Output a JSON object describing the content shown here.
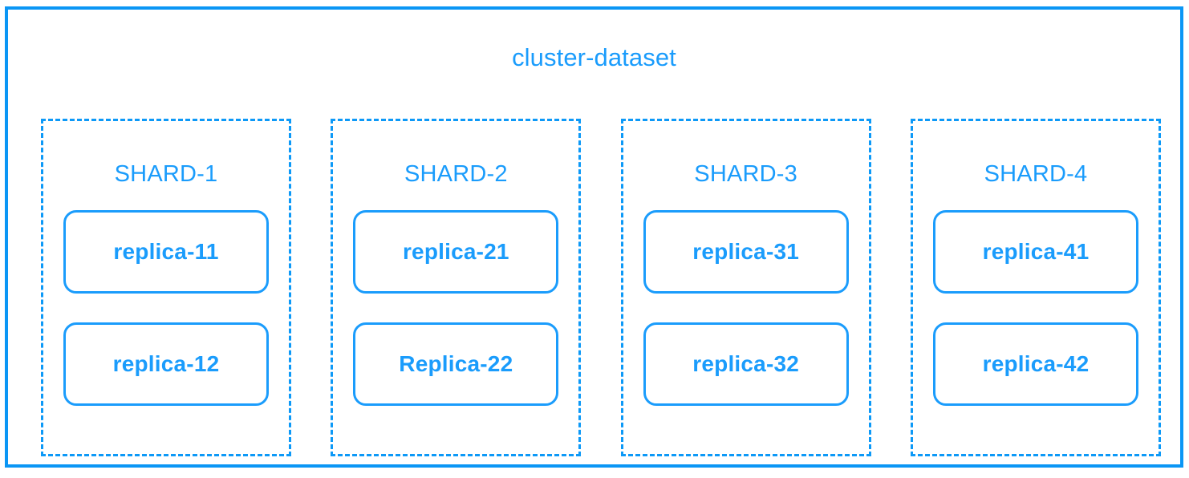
{
  "diagram": {
    "title": "cluster-dataset",
    "accent_color": "#1a9cfc",
    "border_color": "#0a96f5",
    "dashed_border_color": "#0d99f7",
    "background_color": "#ffffff"
  },
  "shards": [
    {
      "label": "SHARD-1",
      "replicas": [
        {
          "label": "replica-11"
        },
        {
          "label": "replica-12"
        }
      ]
    },
    {
      "label": "SHARD-2",
      "replicas": [
        {
          "label": "replica-21"
        },
        {
          "label": "Replica-22"
        }
      ]
    },
    {
      "label": "SHARD-3",
      "replicas": [
        {
          "label": "replica-31"
        },
        {
          "label": "replica-32"
        }
      ]
    },
    {
      "label": "SHARD-4",
      "replicas": [
        {
          "label": "replica-41"
        },
        {
          "label": "replica-42"
        }
      ]
    }
  ]
}
